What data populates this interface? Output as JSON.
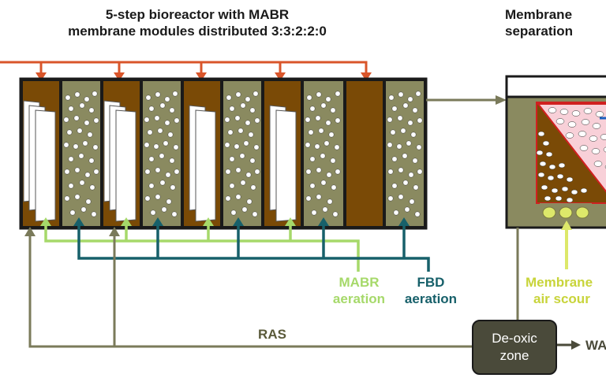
{
  "titles": {
    "bioreactor_line1": "5-step bioreactor with MABR",
    "bioreactor_line2": "membrane modules distributed 3:3:2:2:0",
    "membrane_line1": "Membrane",
    "membrane_line2": "separation"
  },
  "labels": {
    "mabr_line1": "MABR",
    "mabr_line2": "aeration",
    "fbd_line1": "FBD",
    "fbd_line2": "aeration",
    "scour_line1": "Membrane",
    "scour_line2": "air scour",
    "ras": "RAS",
    "deoxic_line1": "De-oxic",
    "deoxic_line2": "zone",
    "waste": "WA"
  },
  "colors": {
    "feed": "#d9552a",
    "mabr": "#a6d96a",
    "fbd": "#17606a",
    "recycle": "#7a7a5a",
    "scour": "#dde86a",
    "brown": "#7a4a06",
    "olive": "#8a8a60",
    "tank_outline": "#1a1a1a",
    "membrane_fill": "#f8d0d8",
    "membrane_outline": "#d02020"
  },
  "structure": {
    "compartments": 5,
    "mabr_distribution": [
      3,
      3,
      2,
      2,
      0
    ]
  }
}
